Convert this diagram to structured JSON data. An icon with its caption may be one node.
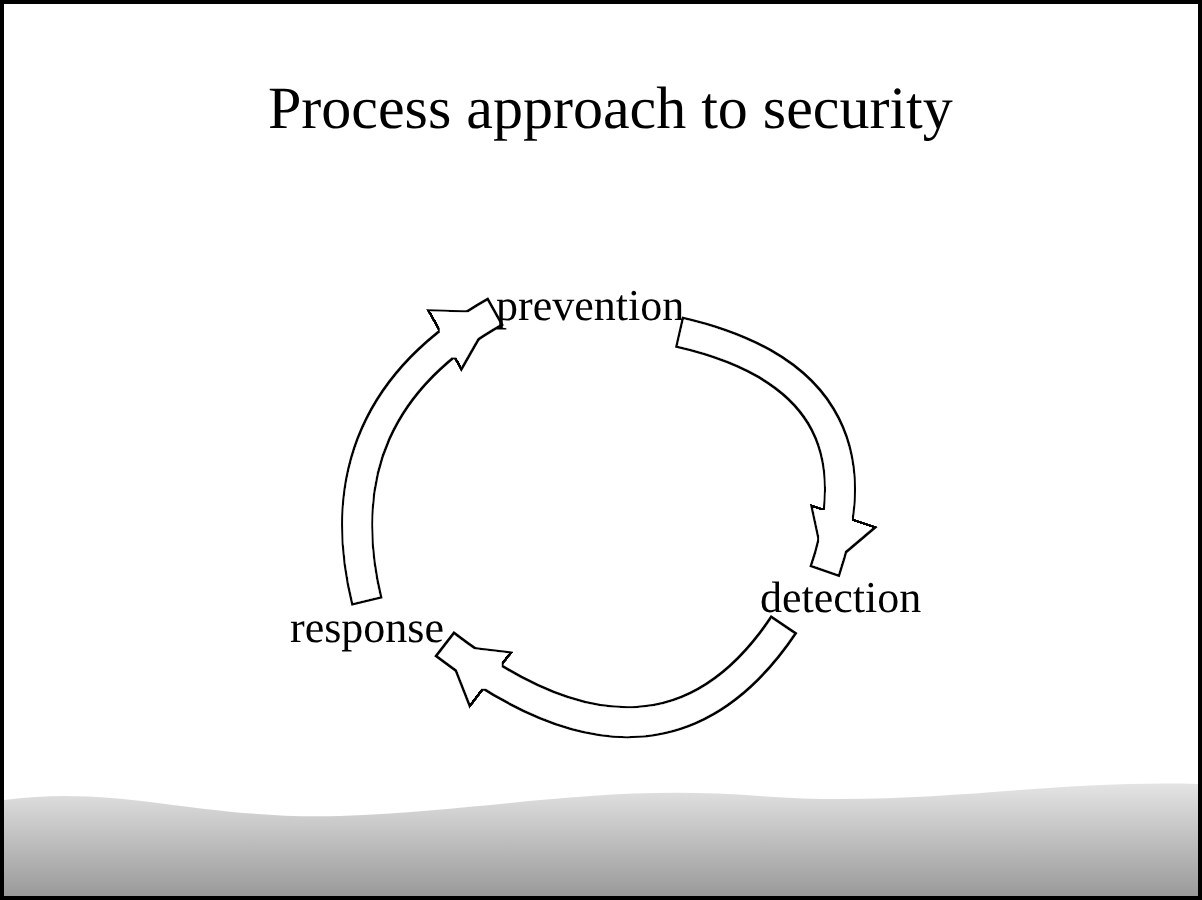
{
  "diagram": {
    "title": "Process approach to security",
    "nodes": [
      {
        "text": [
          "prevention"
        ]
      },
      {
        "text": [
          "detection"
        ]
      },
      {
        "text": [
          "response"
        ]
      }
    ],
    "edges": [
      {
        "from": 0,
        "to": 1,
        "arrow": "to"
      },
      {
        "from": 1,
        "to": 2,
        "arrow": "to"
      },
      {
        "from": 2,
        "to": 0,
        "arrow": "to"
      }
    ]
  }
}
